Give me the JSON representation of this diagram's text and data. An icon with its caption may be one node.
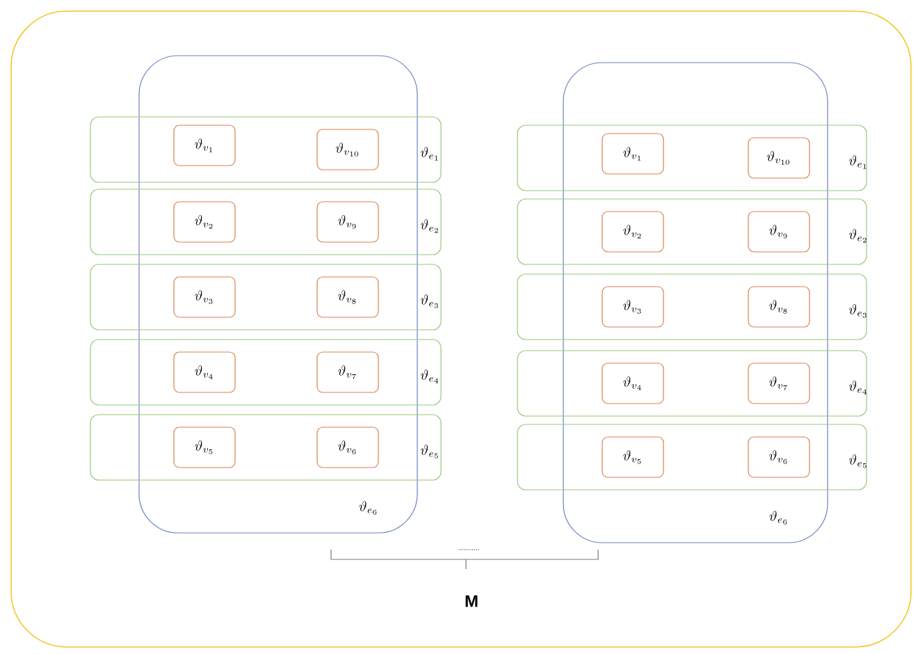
{
  "diagram": {
    "nodes": [
      {
        "text": [],
        "shape": "box"
      },
      {
        "text": [
          "\\vartheta_{e_6}"
        ],
        "in": 0
      },
      {
        "text": [
          "\\vartheta_{e_1}"
        ],
        "in": 0
      },
      {
        "text": [
          "\\vartheta_{v_1}"
        ]
      },
      {
        "text": [
          "\\vartheta_{v_{10}}"
        ]
      },
      {
        "text": [
          "\\vartheta_{e_2}"
        ],
        "in": 0
      },
      {
        "text": [
          "\\vartheta_{v_2}"
        ]
      },
      {
        "text": [
          "\\vartheta_{v_9}"
        ]
      },
      {
        "text": [
          "\\vartheta_{e_3}"
        ],
        "in": 0
      },
      {
        "text": [
          "\\vartheta_{v_3}"
        ]
      },
      {
        "text": [
          "\\vartheta_{v_8}"
        ]
      },
      {
        "text": [
          "\\vartheta_{e_4}"
        ],
        "in": 0
      },
      {
        "text": [
          "\\vartheta_{v_4}"
        ]
      },
      {
        "text": [
          "\\vartheta_{v_7}"
        ]
      },
      {
        "text": [
          "\\vartheta_{e_5}"
        ],
        "in": 0
      },
      {
        "text": [
          "\\vartheta_{v_5}"
        ]
      },
      {
        "text": [
          "\\vartheta_{v_6}"
        ]
      },
      {
        "text": [
          "\\vartheta_{e_6}"
        ],
        "in": 0
      },
      {
        "text": [
          "\\vartheta_{e_1}"
        ],
        "in": 0
      },
      {
        "text": [
          "\\vartheta_{v_1}"
        ]
      },
      {
        "text": [
          "\\vartheta_{v_{10}}"
        ]
      },
      {
        "text": [
          "\\vartheta_{e_2}"
        ],
        "in": 0
      },
      {
        "text": [
          "\\vartheta_{v_2}"
        ]
      },
      {
        "text": [
          "\\vartheta_{v_9}"
        ]
      },
      {
        "text": [
          "\\vartheta_{e_3}"
        ],
        "in": 0
      },
      {
        "text": [
          "\\vartheta_{v_3}"
        ]
      },
      {
        "text": [
          "\\vartheta_{v_8}"
        ]
      },
      {
        "text": [
          "\\vartheta_{e_4}"
        ],
        "in": 0
      },
      {
        "text": [
          "\\vartheta_{v_4}"
        ]
      },
      {
        "text": [
          "\\vartheta_{v_7}"
        ]
      },
      {
        "text": [
          "\\vartheta_{e_5}"
        ],
        "in": 0
      },
      {
        "text": [
          "\\vartheta_{v_5}"
        ]
      },
      {
        "text": [
          "\\vartheta_{v_6}"
        ]
      }
    ],
    "labels": [
      "...........",
      "M"
    ]
  }
}
